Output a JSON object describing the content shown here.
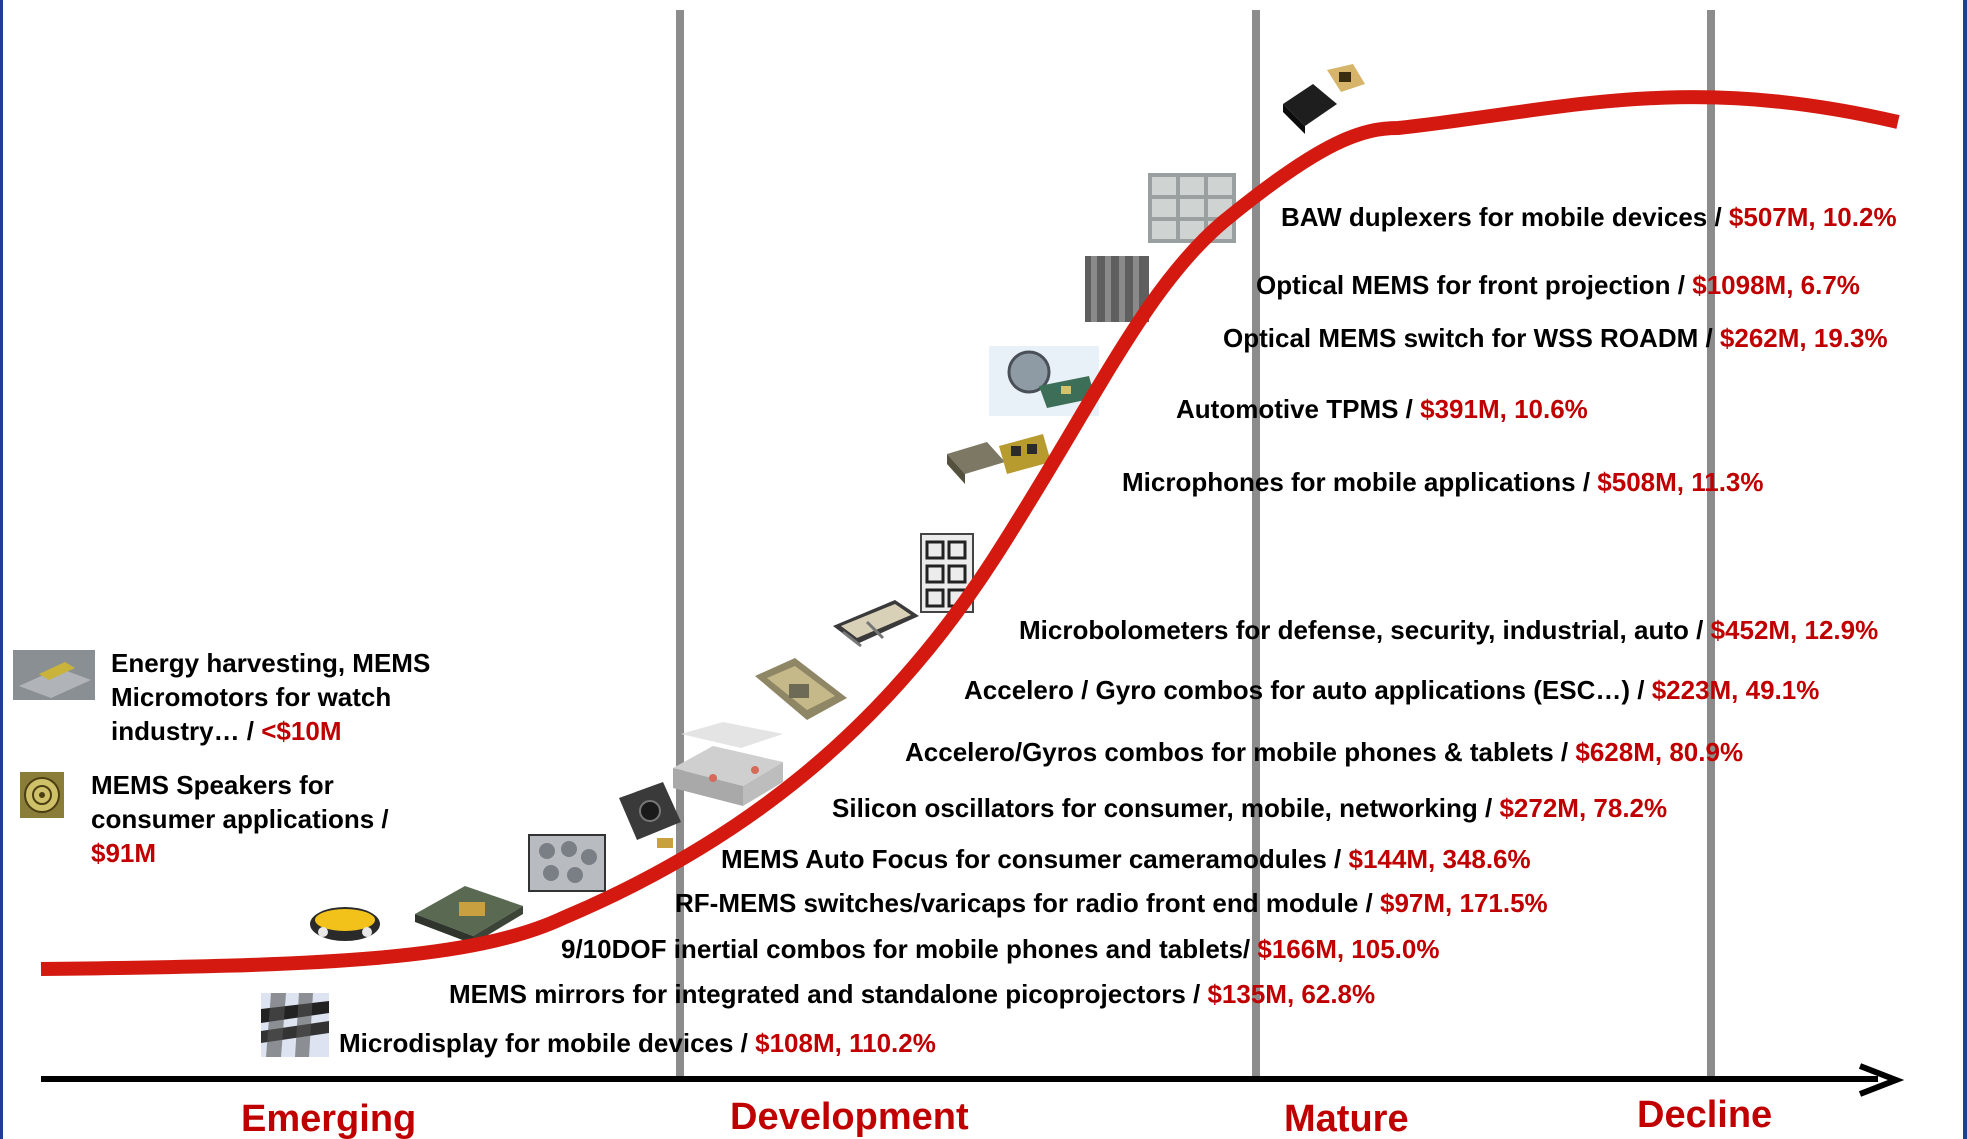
{
  "colors": {
    "curve": "#d41a10",
    "money": "#c00000",
    "text": "#000000",
    "divider": "#8c8c8c",
    "frame": "#1f3f93"
  },
  "phases": [
    "Emerging",
    "Development",
    "Mature",
    "Decline"
  ],
  "items": [
    {
      "name": "BAW duplexers for mobile devices / ",
      "market": "$507M, 10.2%"
    },
    {
      "name": "Optical MEMS for front projection / ",
      "market": "$1098M, 6.7%"
    },
    {
      "name": "Optical MEMS switch for WSS ROADM / ",
      "market": "$262M, 19.3%"
    },
    {
      "name": "Automotive TPMS / ",
      "market": "$391M, 10.6%"
    },
    {
      "name": "Microphones for mobile applications / ",
      "market": "$508M, 11.3%"
    },
    {
      "name": "Microbolometers for defense, security, industrial, auto / ",
      "market": "$452M, 12.9%"
    },
    {
      "name": "Accelero / Gyro combos for auto applications (ESC…) / ",
      "market": "$223M, 49.1%"
    },
    {
      "name": "Accelero/Gyros combos for mobile phones & tablets / ",
      "market": "$628M, 80.9%"
    },
    {
      "name": "Silicon oscillators for consumer, mobile, networking / ",
      "market": "$272M, 78.2%"
    },
    {
      "name": "MEMS Auto Focus for consumer cameramodules / ",
      "market": "$144M, 348.6%"
    },
    {
      "name": "RF-MEMS switches/varicaps for radio front end module / ",
      "market": "$97M, 171.5%"
    },
    {
      "name": "9/10DOF inertial combos for mobile phones and tablets/ ",
      "market": "$166M, 105.0%"
    },
    {
      "name": "MEMS mirrors for integrated and standalone picoprojectors / ",
      "market": "$135M, 62.8%"
    },
    {
      "name": "Microdisplay for mobile devices / ",
      "market": "$108M, 110.2%"
    }
  ],
  "emerging_notes": [
    {
      "line1": "Energy harvesting, MEMS",
      "line2": "Micromotors for watch",
      "line3": "industry… / ",
      "market": "<$10M"
    },
    {
      "line1": "MEMS Speakers for",
      "line2": "consumer applications / ",
      "market": "$91M"
    }
  ]
}
